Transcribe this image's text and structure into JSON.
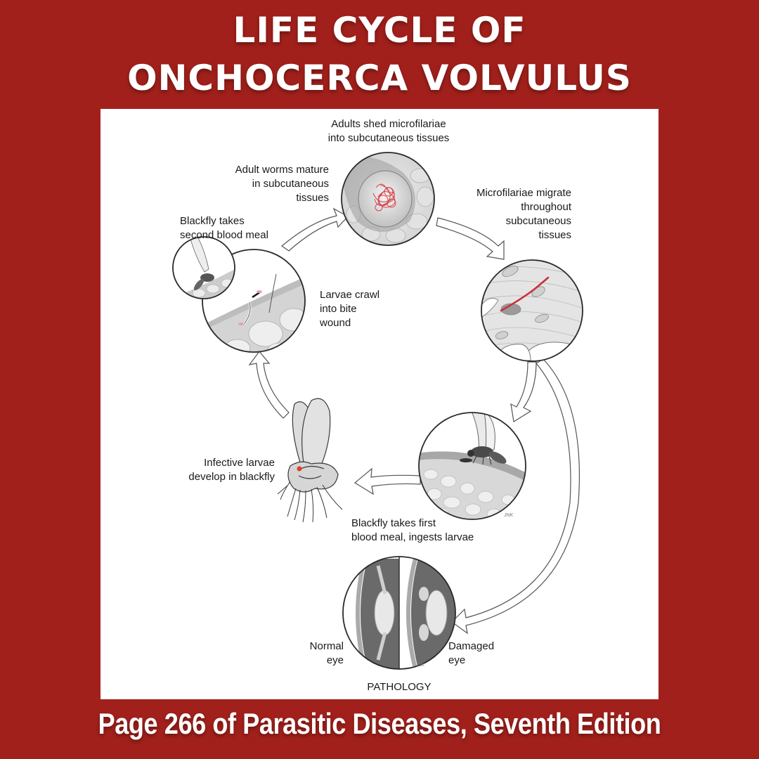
{
  "header": {
    "title_line1": "LIFE CYCLE OF",
    "title_line2": "ONCHOCERCA VOLVULUS"
  },
  "diagram": {
    "stages": [
      {
        "id": "adults-shed",
        "label": "Adults shed microfilariae\ninto subcutaneous tissues"
      },
      {
        "id": "microfilariae-migrate",
        "label": "Microfilariae migrate\nthroughout\nsubcutaneous\ntissues"
      },
      {
        "id": "first-blood-meal",
        "label": "Blackfly takes first\nblood meal, ingests larvae"
      },
      {
        "id": "infective-larvae",
        "label": "Infective larvae\ndevelop in blackfly"
      },
      {
        "id": "second-blood-meal",
        "label": "Blackfly takes\nsecond blood meal"
      },
      {
        "id": "larvae-crawl",
        "label": "Larvae crawl\ninto bite\nwound"
      },
      {
        "id": "adult-worms-mature",
        "label": "Adult worms mature\nin subcutaneous\ntissues"
      }
    ],
    "pathology": {
      "normal_eye": "Normal\neye",
      "damaged_eye": "Damaged\neye",
      "caption": "PATHOLOGY"
    },
    "artist_signature": "JNK",
    "colors": {
      "worm_red": "#D8333C",
      "larva_dot": "#E0402A",
      "tissue_gray": "#C9C9C9",
      "outline": "#2a2a2a"
    }
  },
  "footer": {
    "caption": "Page 266 of Parasitic Diseases, Seventh Edition"
  },
  "colors": {
    "background": "#A2201B",
    "panel": "#FFFFFF",
    "title_text": "#FFFFFF"
  }
}
